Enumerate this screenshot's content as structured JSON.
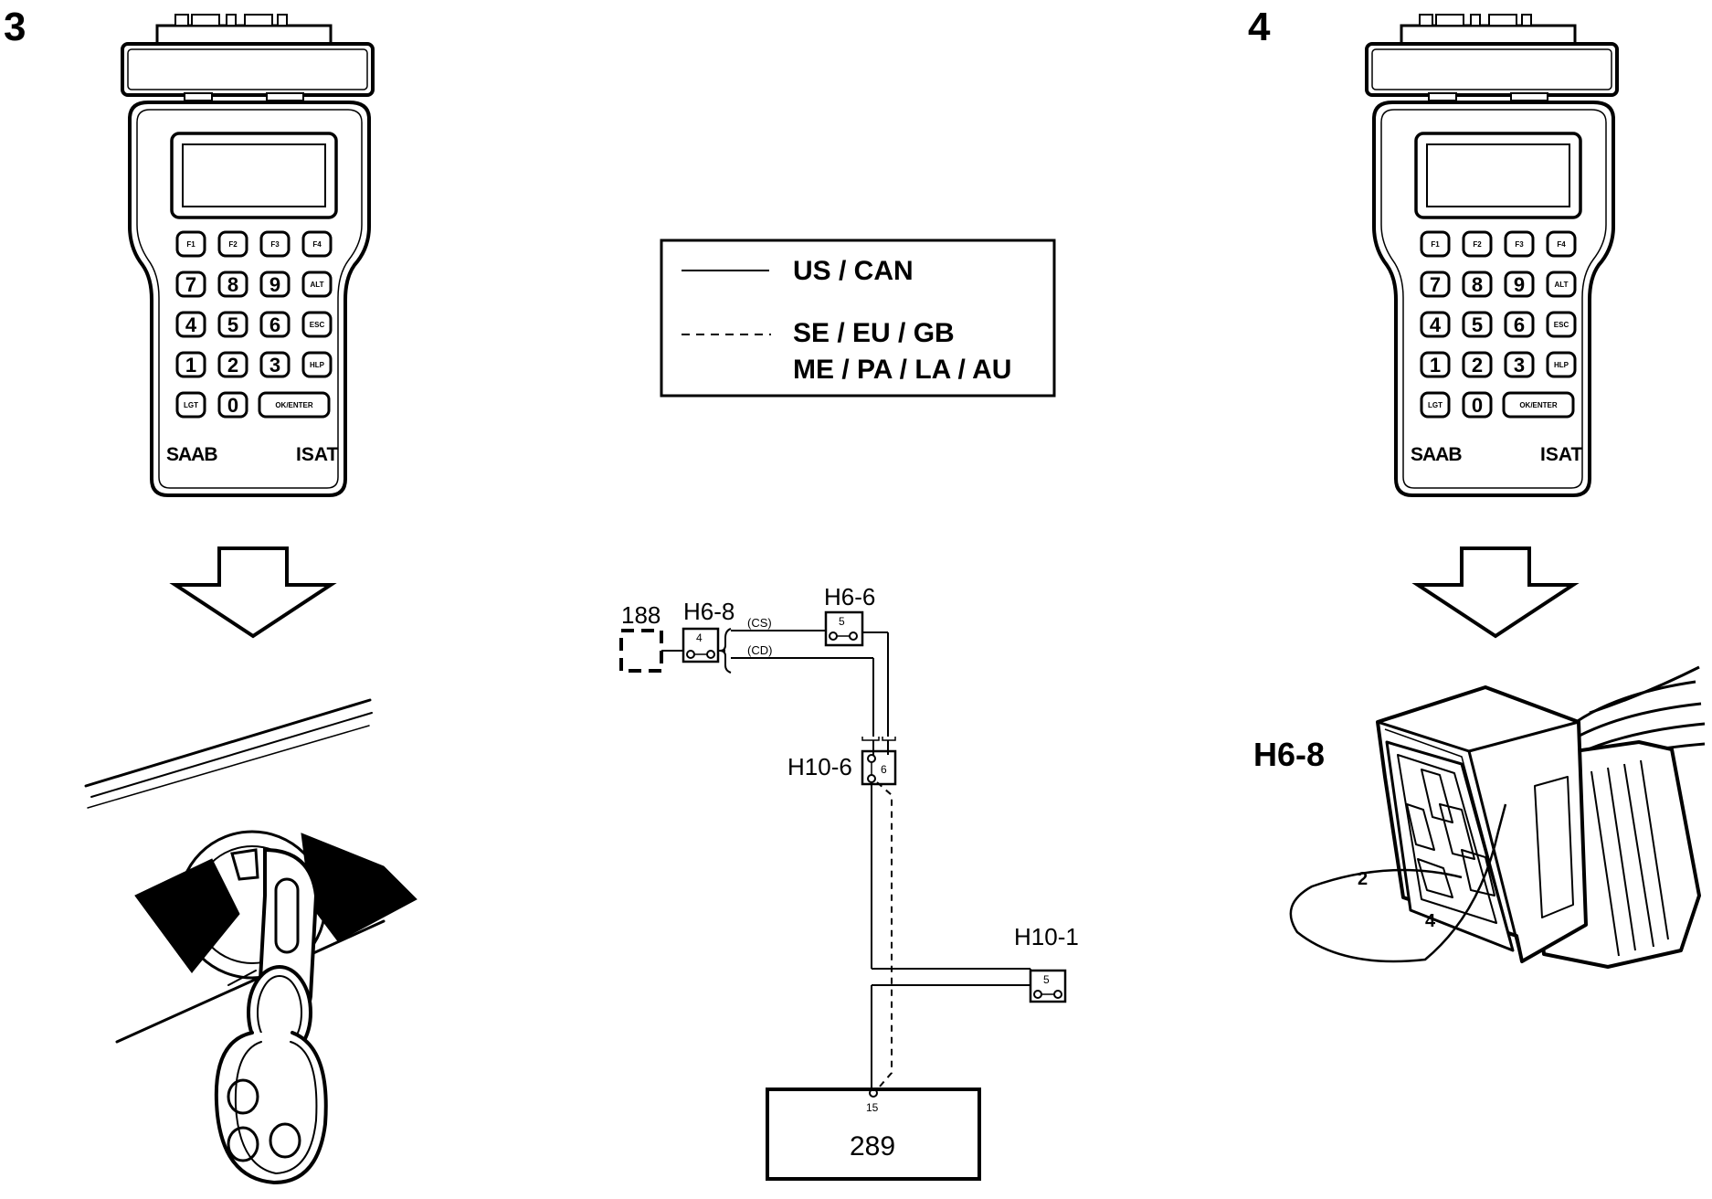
{
  "steps": {
    "left": "3",
    "right": "4"
  },
  "tool": {
    "brand": "SAAB",
    "model": "ISAT",
    "keys": [
      [
        "F1",
        "F2",
        "F3",
        "F4"
      ],
      [
        "7",
        "8",
        "9",
        "ALT"
      ],
      [
        "4",
        "5",
        "6",
        "ESC"
      ],
      [
        "1",
        "2",
        "3",
        "HLP"
      ],
      [
        "LGT",
        "0",
        "OK/ENTER"
      ]
    ]
  },
  "legend": {
    "solid": "US / CAN",
    "dashed_line1": "SE / EU / GB",
    "dashed_line2": "ME / PA / LA / AU"
  },
  "wiring": {
    "component_188": "188",
    "h6_8": "H6-8",
    "h6_8_pin": "4",
    "cs": "(CS)",
    "cd": "(CD)",
    "h6_6": "H6-6",
    "h6_6_pin": "5",
    "h10_6": "H10-6",
    "h10_6_pin": "6",
    "h10_1": "H10-1",
    "h10_1_pin": "5",
    "ecu_pin": "15",
    "ecu": "289"
  },
  "connector": {
    "label": "H6-8",
    "pin_a": "2",
    "pin_b": "4"
  }
}
